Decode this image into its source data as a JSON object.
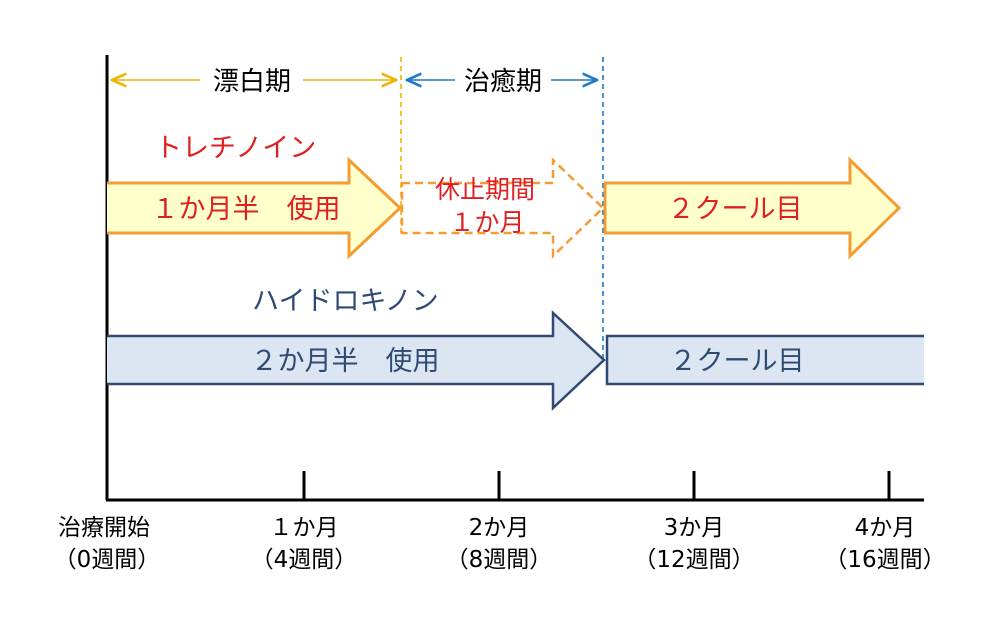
{
  "phases": {
    "bleach": "漂白期",
    "heal": "治癒期"
  },
  "tretinoin": {
    "name": "トレチノイン",
    "use_label": "１か月半　使用",
    "rest_label_1": "休止期間",
    "rest_label_2": "１か月",
    "second_label": "２クール目"
  },
  "hydroquinone": {
    "name": "ハイドロキノン",
    "use_label": "２か月半　使用",
    "second_label": "２クール目"
  },
  "timeline": [
    {
      "top": "治療開始",
      "bottom": "（0週間）"
    },
    {
      "top": "１か月",
      "bottom": "（4週間）"
    },
    {
      "top": "2か月",
      "bottom": "（8週間）"
    },
    {
      "top": "3か月",
      "bottom": "（12週間）"
    },
    {
      "top": "4か月",
      "bottom": "（16週間）"
    }
  ],
  "colors": {
    "orange": "#f39c32",
    "yellow_fill": "#ffffcc",
    "blue_dark": "#2f4a73",
    "blue_fill": "#dce6f2",
    "red_text": "#e02020",
    "gold_line": "#f0b400",
    "blue_line": "#1f78c8"
  }
}
